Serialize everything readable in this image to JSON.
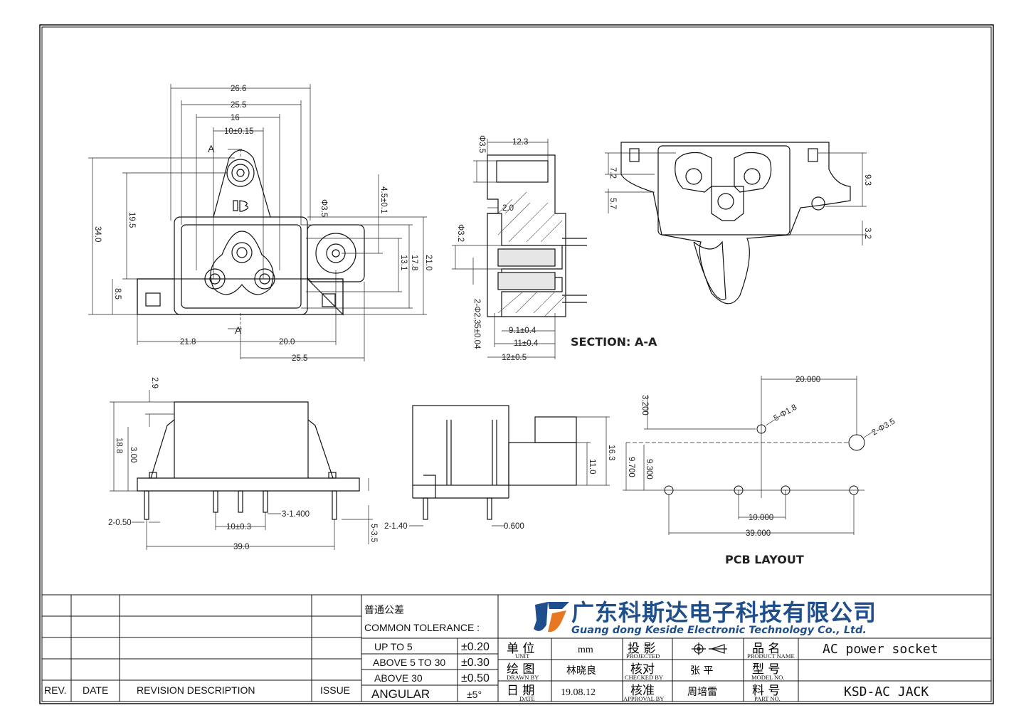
{
  "drawing": {
    "section_title": "SECTION: A-A",
    "pcb_title": "PCB LAYOUT",
    "section_marker": "A",
    "front_view": {
      "dims": [
        "26.6",
        "25.5",
        "16",
        "10±0.15",
        "Φ3.5",
        "4.5±0.1",
        "19.5",
        "34.0",
        "13.1",
        "17.8",
        "21.0",
        "8.5",
        "21.8",
        "20.0",
        "25.5"
      ]
    },
    "section_view": {
      "dims": [
        "12.3",
        "Φ3.5",
        "2.0",
        "Φ3.2",
        "2-Φ2.35±0.04",
        "9.1±0.4",
        "11±0.4",
        "12±0.5"
      ]
    },
    "right_view": {
      "dims": [
        "7.2",
        "5.7",
        "9.3",
        "3.2"
      ]
    },
    "bottom_left_view": {
      "dims": [
        "2.9",
        "18.8",
        "3.00",
        "2-0.50",
        "3-1.400",
        "10±0.3",
        "39.0",
        "5-3.5"
      ]
    },
    "bottom_mid_view": {
      "dims": [
        "11.0",
        "16.3",
        "2-1.40",
        "0.600"
      ]
    },
    "pcb_layout": {
      "dims": [
        "20.000",
        "3.200",
        "5-Φ1.8",
        "2-Φ3.5",
        "9.700",
        "9.300",
        "10.000",
        "39.000"
      ]
    }
  },
  "title_block": {
    "revision_headers": {
      "rev": "REV.",
      "date": "DATE",
      "description": "REVISION  DESCRIPTION",
      "issue": "ISSUE"
    },
    "tolerance": {
      "title_cn": "普通公差",
      "title_en": "COMMON TOLERANCE :",
      "rows": [
        {
          "range": "UP TO 5",
          "value": "±0.20"
        },
        {
          "range": "ABOVE 5 TO 30",
          "value": "±0.30"
        },
        {
          "range": "ABOVE 30",
          "value": "±0.50"
        },
        {
          "range": "ANGULAR",
          "value": "±5°"
        }
      ]
    },
    "company": {
      "name_cn": "广东科斯达电子科技有限公司",
      "name_en": "Guang dong Keside  Electronic  Technology Co., Ltd.",
      "logo_color": "#1f4e8c",
      "logo_accent": "#e87722"
    },
    "fields": {
      "unit_cn": "单 位",
      "unit_en": "UNIT",
      "unit_value": "mm",
      "projected_cn": "投 影",
      "projected_en": "PROJECTED",
      "drawn_cn": "绘 图",
      "drawn_en": "DRAWN  BY",
      "drawn_value": "林晓良",
      "checked_cn": "核对",
      "checked_en": "CHECKED  BY",
      "checked_value": "张 平",
      "date_cn": "日 期",
      "date_en": "DATE",
      "date_value": "19.08.12",
      "approval_cn": "核准",
      "approval_en": "APPROVAL  BY",
      "approval_value": "周培雷",
      "product_cn": "品 名",
      "product_en": "PRODUCT  NAME",
      "product_value": "AC power socket",
      "model_cn": "型 号",
      "model_en": "MODEL  NO.",
      "model_value": "",
      "part_cn": "料 号",
      "part_en": "PART  NO.",
      "part_value": "KSD-AC JACK"
    }
  }
}
